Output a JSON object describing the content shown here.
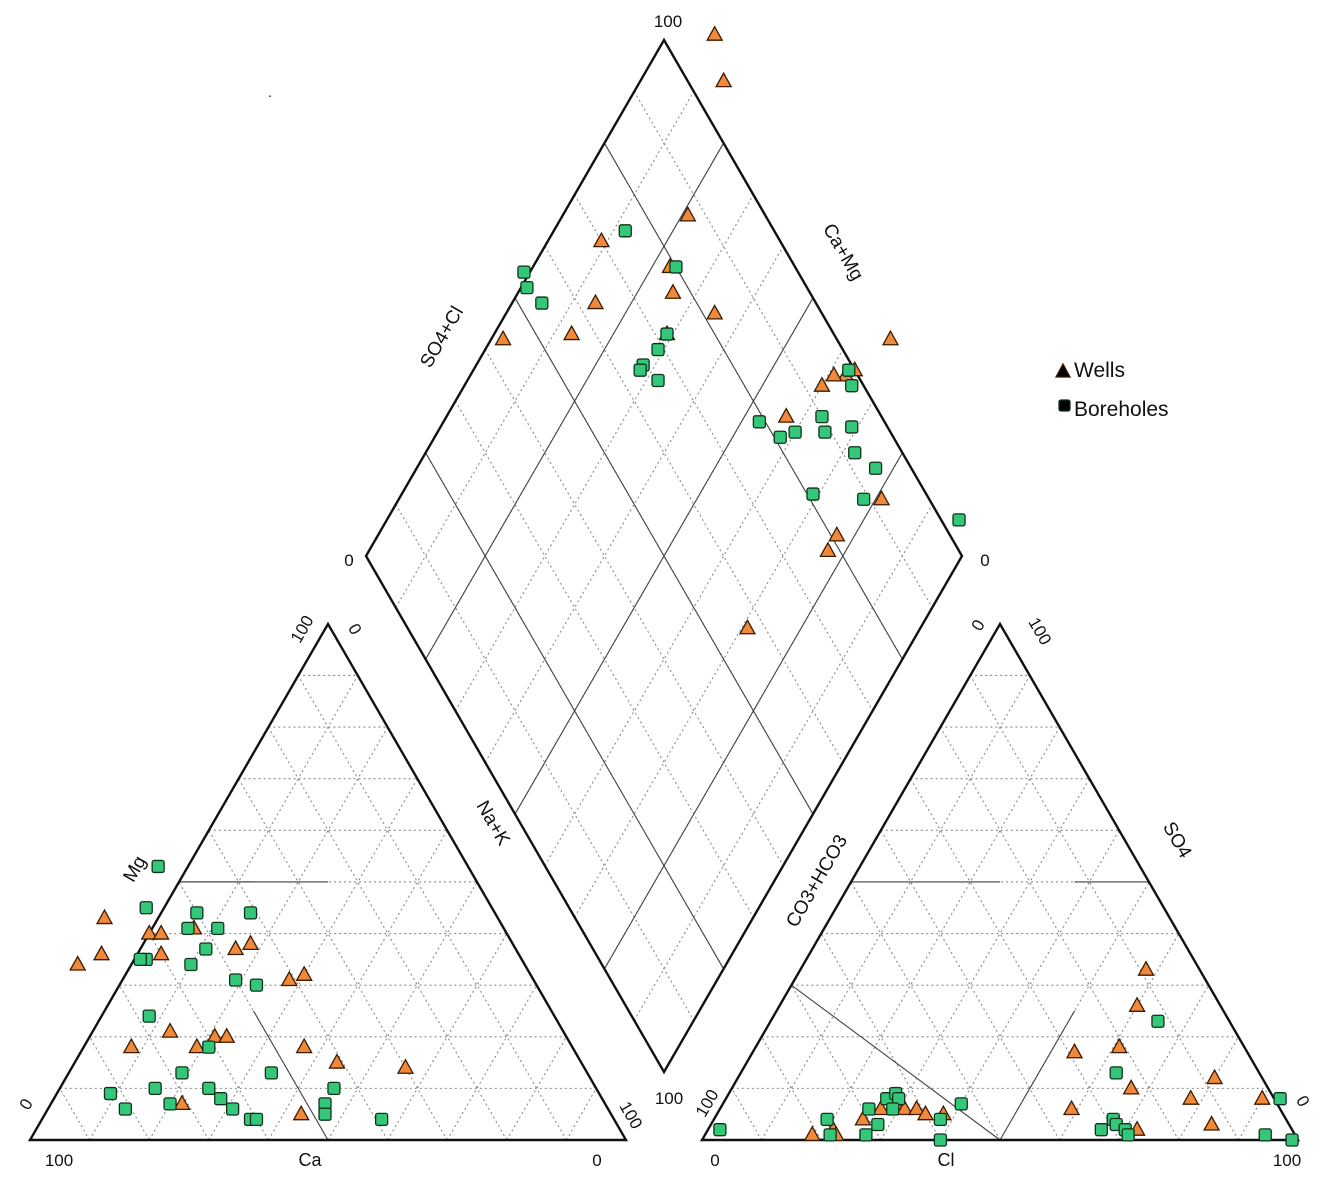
{
  "legend": {
    "wells_label": "Wells",
    "boreholes_label": "Boreholes"
  },
  "colors": {
    "wells": "#f08a3a",
    "boreholes": "#34c77a"
  },
  "chart_data": {
    "type": "scatter",
    "diagram": "piper",
    "grid": "dotted 10% gridlines",
    "legend_position": "right of diamond",
    "axes": {
      "cation_triangle": {
        "bottom": "Ca",
        "left": "Mg",
        "right": "Na+K",
        "range": [
          0,
          100
        ]
      },
      "anion_triangle": {
        "bottom": "Cl",
        "left": "CO3+HCO3",
        "right": "SO4",
        "range": [
          0,
          100
        ]
      },
      "diamond": {
        "upper_left": "SO4+Cl",
        "upper_right": "Ca+Mg",
        "range": [
          0,
          100
        ]
      }
    },
    "tick_labels": {
      "cat_bottom_left": "100",
      "cat_bottom_mid": "Ca",
      "cat_bottom_right": "0",
      "cat_apex_a": "100",
      "cat_apex_b": "0",
      "cat_left_base": "0",
      "cat_right_base": "100",
      "an_bottom_left": "0",
      "an_bottom_mid": "Cl",
      "an_bottom_right": "100",
      "an_apex_a": "0",
      "an_apex_b": "100",
      "an_left_base": "100",
      "an_right_base": "0",
      "dia_top": "100",
      "dia_left": "0",
      "dia_right": "0",
      "dia_bottom": "100"
    },
    "series": [
      {
        "name": "Wells",
        "cations": [
          {
            "ca": 74,
            "mg": 18
          },
          {
            "ca": 63,
            "mg": 18
          },
          {
            "ca": 71,
            "mg": 7
          },
          {
            "ca": 52,
            "mg": 5
          },
          {
            "ca": 66,
            "mg": 43
          },
          {
            "ca": 60,
            "mg": 40
          },
          {
            "ca": 58,
            "mg": 40
          },
          {
            "ca": 60,
            "mg": 36
          },
          {
            "ca": 52,
            "mg": 41
          },
          {
            "ca": 47,
            "mg": 37
          },
          {
            "ca": 44,
            "mg": 38
          },
          {
            "ca": 41,
            "mg": 31
          },
          {
            "ca": 38,
            "mg": 32
          },
          {
            "ca": 70,
            "mg": 36
          },
          {
            "ca": 66,
            "mg": 21
          },
          {
            "ca": 59,
            "mg": 20
          },
          {
            "ca": 57,
            "mg": 20
          },
          {
            "ca": 45,
            "mg": 18
          },
          {
            "ca": 41,
            "mg": 15
          },
          {
            "ca": 30,
            "mg": 14
          },
          {
            "ca": 75,
            "mg": 34
          }
        ],
        "anions": [
          {
            "cl": 18,
            "so4": 1
          },
          {
            "cl": 21,
            "so4": 2
          },
          {
            "cl": 22,
            "so4": 1
          },
          {
            "cl": 25,
            "so4": 4
          },
          {
            "cl": 27,
            "so4": 6
          },
          {
            "cl": 29,
            "so4": 7
          },
          {
            "cl": 31,
            "so4": 6
          },
          {
            "cl": 33,
            "so4": 6
          },
          {
            "cl": 35,
            "so4": 5
          },
          {
            "cl": 38,
            "so4": 5
          },
          {
            "cl": 59,
            "so4": 6
          },
          {
            "cl": 54,
            "so4": 17
          },
          {
            "cl": 58,
            "so4": 33
          },
          {
            "cl": 60,
            "so4": 26
          },
          {
            "cl": 61,
            "so4": 18
          },
          {
            "cl": 67,
            "so4": 10
          },
          {
            "cl": 72,
            "so4": 2
          },
          {
            "cl": 78,
            "so4": 8
          },
          {
            "cl": 84,
            "so4": 3
          },
          {
            "cl": 90,
            "so4": 8
          },
          {
            "cl": 80,
            "so4": 12
          }
        ]
      },
      {
        "name": "Boreholes",
        "cations": [
          {
            "ca": 58,
            "mg": 45
          },
          {
            "ca": 50,
            "mg": 44
          },
          {
            "ca": 48,
            "mg": 41
          },
          {
            "ca": 53,
            "mg": 41
          },
          {
            "ca": 63,
            "mg": 35
          },
          {
            "ca": 64,
            "mg": 35
          },
          {
            "ca": 56,
            "mg": 34
          },
          {
            "ca": 52,
            "mg": 37
          },
          {
            "ca": 50,
            "mg": 31
          },
          {
            "ca": 68,
            "mg": 24
          },
          {
            "ca": 61,
            "mg": 18
          },
          {
            "ca": 68,
            "mg": 13
          },
          {
            "ca": 74,
            "mg": 10
          },
          {
            "ca": 73,
            "mg": 7
          },
          {
            "ca": 65,
            "mg": 10
          },
          {
            "ca": 64,
            "mg": 8
          },
          {
            "ca": 63,
            "mg": 6
          },
          {
            "ca": 61,
            "mg": 4
          },
          {
            "ca": 60,
            "mg": 4
          },
          {
            "ca": 53,
            "mg": 13
          },
          {
            "ca": 44,
            "mg": 10
          },
          {
            "ca": 47,
            "mg": 7
          },
          {
            "ca": 48,
            "mg": 5
          },
          {
            "ca": 39,
            "mg": 4
          },
          {
            "ca": 82,
            "mg": 9
          },
          {
            "ca": 81,
            "mg": 6
          },
          {
            "ca": 52,
            "mg": 53
          },
          {
            "ca": 41,
            "mg": 44
          },
          {
            "ca": 47,
            "mg": 30
          }
        ],
        "anions": [
          {
            "cl": 2,
            "so4": 2
          },
          {
            "cl": 19,
            "so4": 4
          },
          {
            "cl": 21,
            "so4": 1
          },
          {
            "cl": 25,
            "so4": 6
          },
          {
            "cl": 27,
            "so4": 8
          },
          {
            "cl": 28,
            "so4": 9
          },
          {
            "cl": 29,
            "so4": 8
          },
          {
            "cl": 29,
            "so4": 6
          },
          {
            "cl": 28,
            "so4": 3
          },
          {
            "cl": 27,
            "so4": 1
          },
          {
            "cl": 40,
            "so4": 7
          },
          {
            "cl": 38,
            "so4": 4
          },
          {
            "cl": 40,
            "so4": 0
          },
          {
            "cl": 63,
            "so4": 13
          },
          {
            "cl": 65,
            "so4": 23
          },
          {
            "cl": 67,
            "so4": 4
          },
          {
            "cl": 68,
            "so4": 3
          },
          {
            "cl": 70,
            "so4": 2
          },
          {
            "cl": 71,
            "so4": 1
          },
          {
            "cl": 66,
            "so4": 2
          },
          {
            "cl": 93,
            "so4": 8
          },
          {
            "cl": 94,
            "so4": 1
          },
          {
            "cl": 99,
            "so4": 0
          }
        ]
      }
    ]
  }
}
